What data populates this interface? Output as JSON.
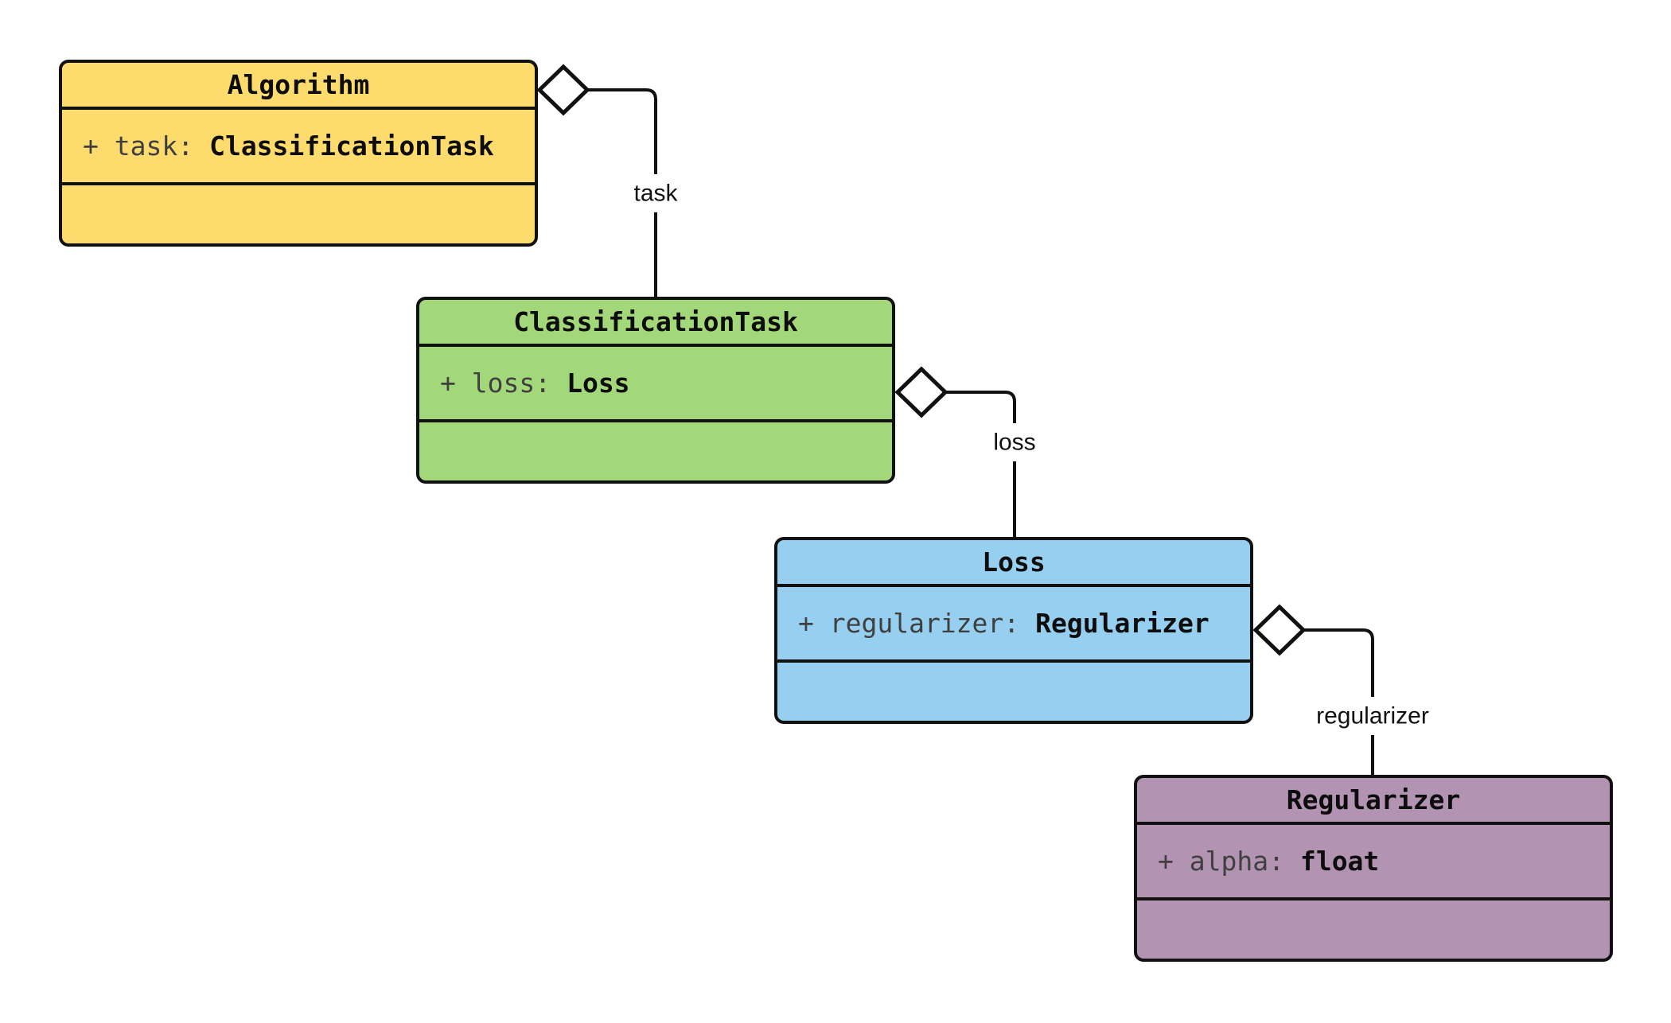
{
  "diagram": {
    "type": "uml-class-diagram",
    "background": "#ffffff",
    "classes": [
      {
        "name": "Algorithm",
        "fill": "#FDDB6D",
        "attribute": {
          "name": "+ task:",
          "type": "ClassificationTask"
        }
      },
      {
        "name": "ClassificationTask",
        "fill": "#A3D87A",
        "attribute": {
          "name": "+ loss:",
          "type": "Loss"
        }
      },
      {
        "name": "Loss",
        "fill": "#97CFF0",
        "attribute": {
          "name": "+ regularizer:",
          "type": "Regularizer"
        }
      },
      {
        "name": "Regularizer",
        "fill": "#B293B1",
        "attribute": {
          "name": "+ alpha:",
          "type": "float"
        }
      }
    ],
    "edges": [
      {
        "label": "task",
        "from": "Algorithm",
        "to": "ClassificationTask",
        "kind": "aggregation"
      },
      {
        "label": "loss",
        "from": "ClassificationTask",
        "to": "Loss",
        "kind": "aggregation"
      },
      {
        "label": "regularizer",
        "from": "Loss",
        "to": "Regularizer",
        "kind": "aggregation"
      }
    ],
    "colors": {
      "line": "#111111",
      "diamond_fill": "#ffffff",
      "box_border": "#111111",
      "attr_name": "#3f3f3f",
      "attr_type": "#0d0d0d",
      "label_text": "#111111"
    }
  }
}
